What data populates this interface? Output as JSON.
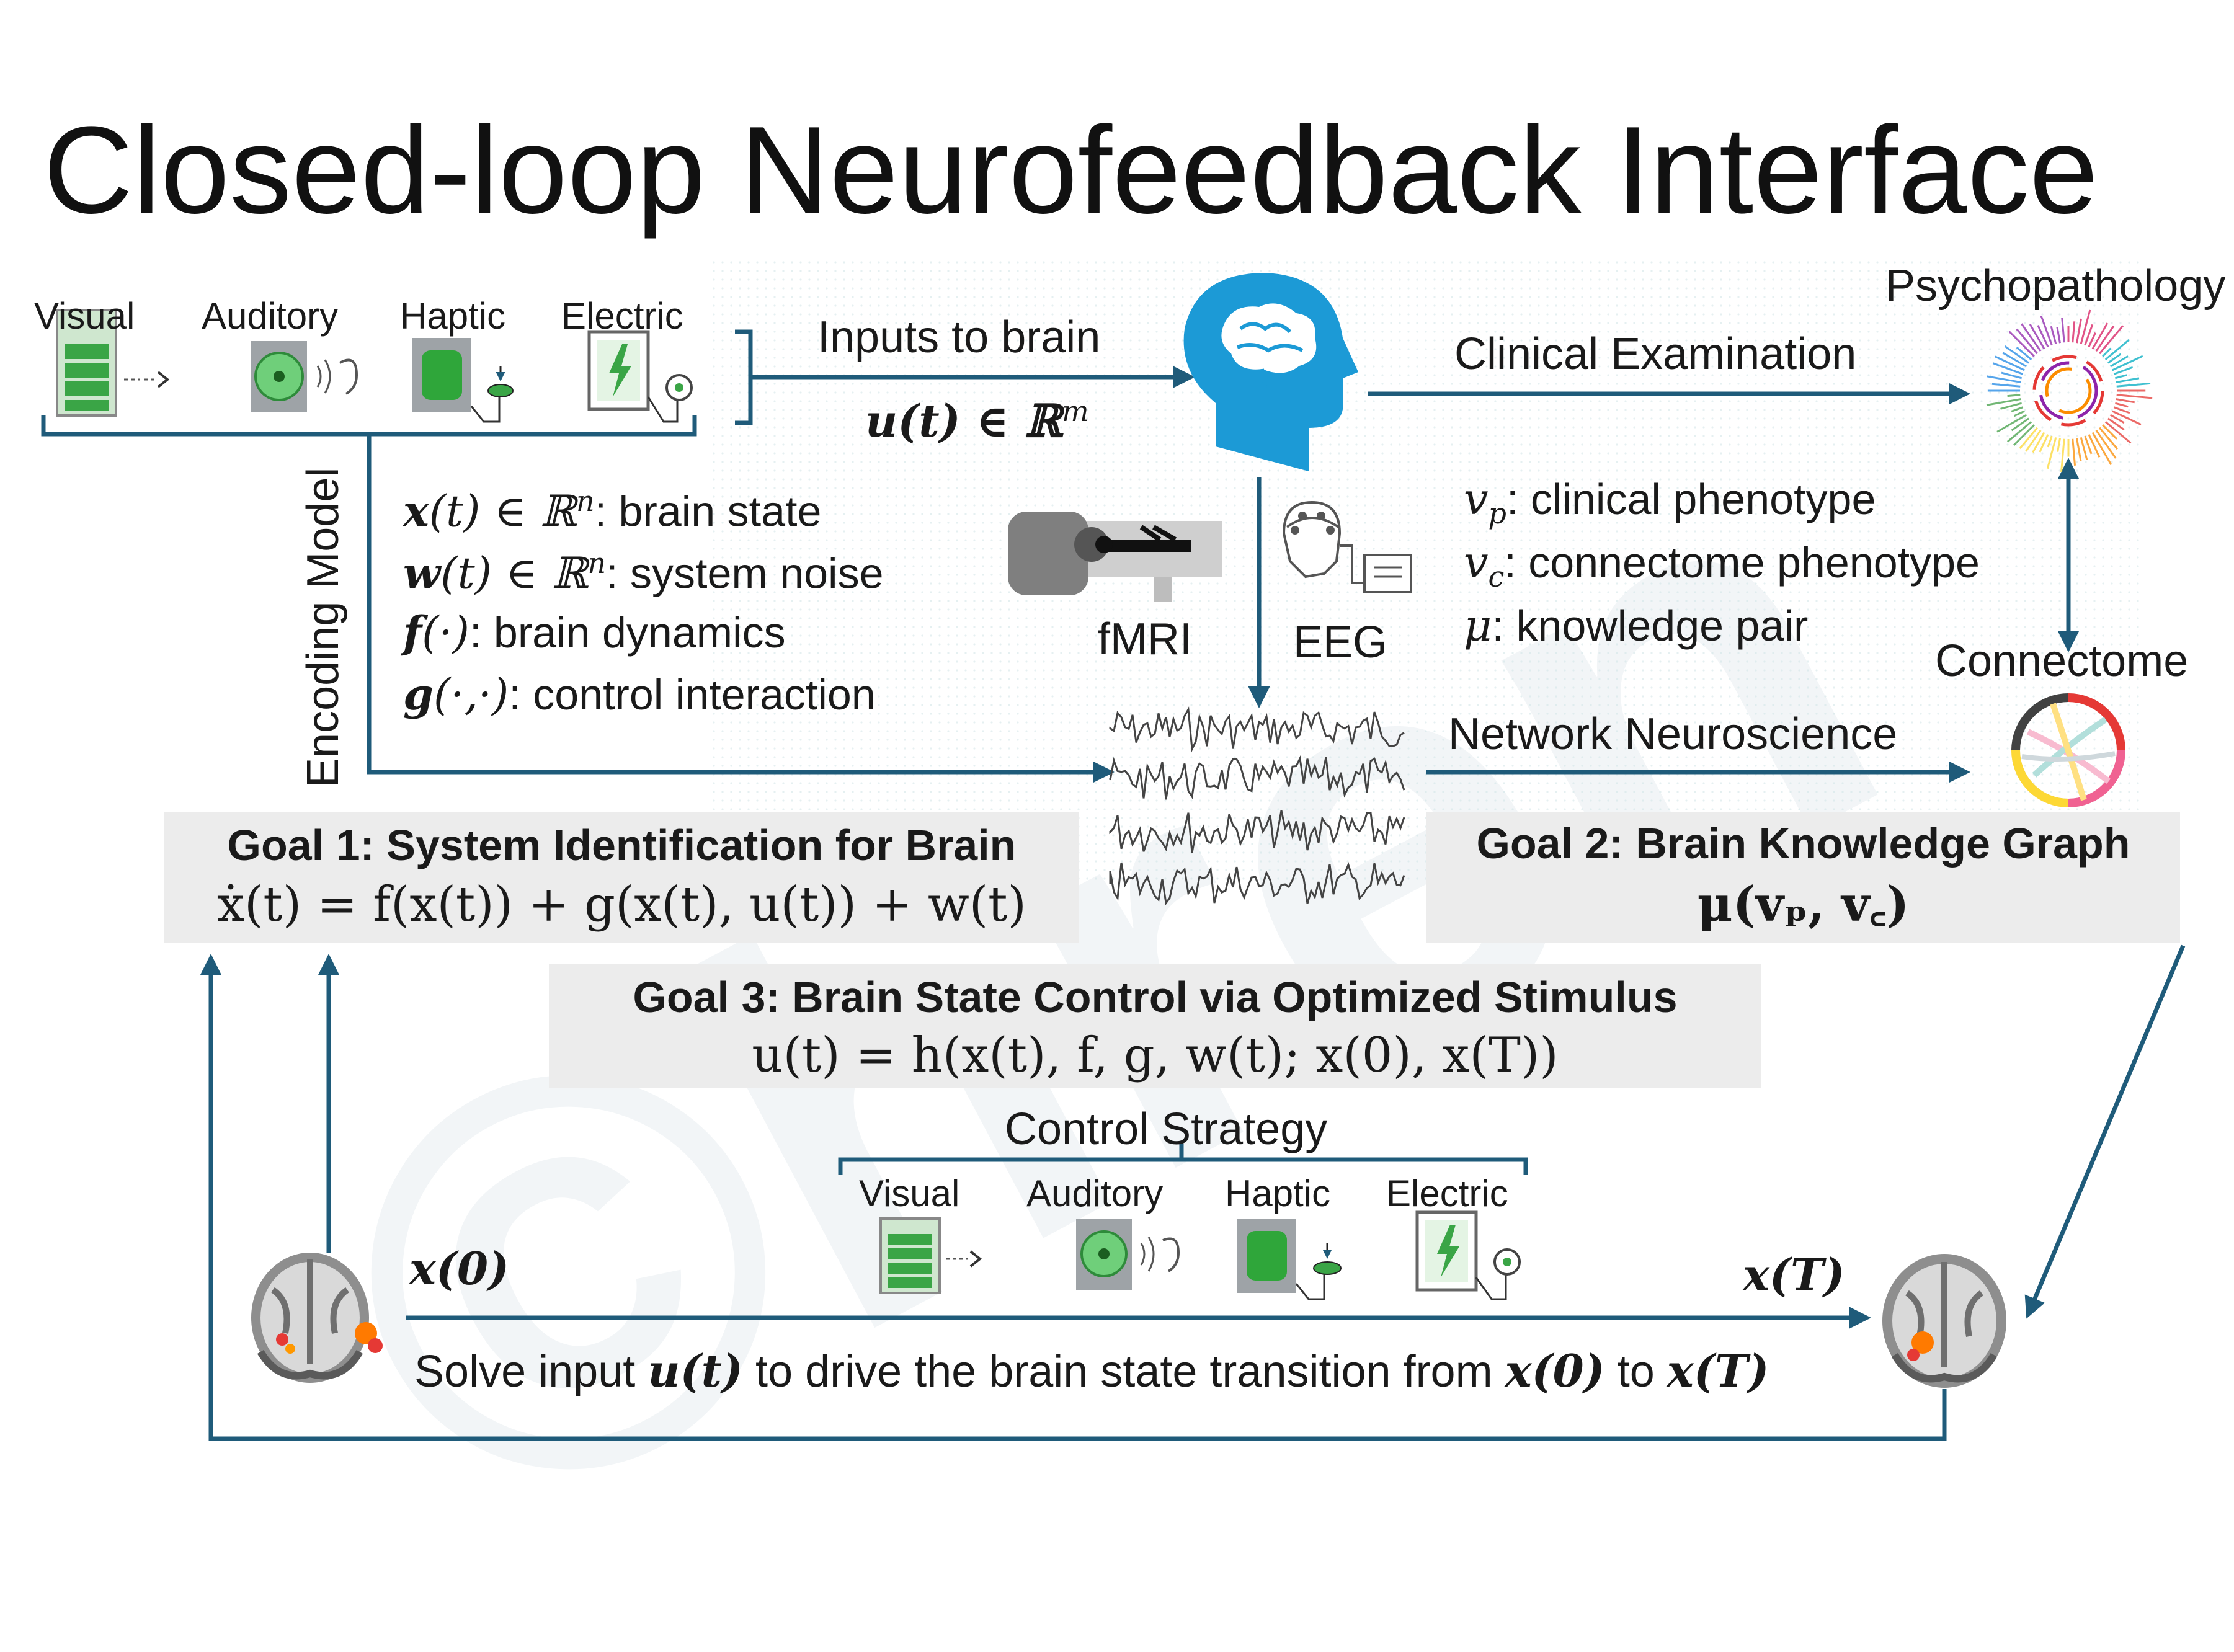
{
  "title": "Closed-loop Neurofeedback Interface",
  "watermark": "©hren",
  "colors": {
    "arrow": "#1f5b7a",
    "goal_box": "#ececec",
    "brain_blue": "#1c9ad6",
    "stim_green": "#3aa546"
  },
  "stimulus_modalities": {
    "top": [
      "Visual",
      "Auditory",
      "Haptic",
      "Electric"
    ],
    "control_strategy": [
      "Visual",
      "Auditory",
      "Haptic",
      "Electric"
    ]
  },
  "labels": {
    "inputs_to_brain": "Inputs to brain",
    "input_space": "u(t) ∈ ℝ",
    "input_space_sup": "m",
    "clinical_examination": "Clinical Examination",
    "psychopathology": "Psychopathology",
    "connectome": "Connectome",
    "network_neuroscience": "Network Neuroscience",
    "encoding_model": "Encoding Model",
    "fmri": "fMRI",
    "eeg": "EEG",
    "control_strategy": "Control Strategy",
    "x0": "x(0)",
    "xT": "x(T)",
    "solve_text_1": "Solve input ",
    "solve_u": "u(t)",
    "solve_text_2": " to drive the brain state transition from ",
    "solve_x0": "x(0)",
    "solve_text_3": " to ",
    "solve_xT": "x(T)"
  },
  "variables_left": [
    {
      "sym": "x",
      "args": "(t) ∈ ℝ",
      "sup": "n",
      "desc": ": brain state"
    },
    {
      "sym": "w",
      "args": "(t) ∈ ℝ",
      "sup": "n",
      "desc": ": system noise"
    },
    {
      "sym": "f",
      "args": "(·)",
      "sup": "",
      "desc": ": brain dynamics"
    },
    {
      "sym": "g",
      "args": "(·,·)",
      "sup": "",
      "desc": ": control interaction"
    }
  ],
  "variables_right": [
    {
      "sym": "v",
      "sub": "p",
      "desc": ": clinical phenotype"
    },
    {
      "sym": "v",
      "sub": "c",
      "desc": ": connectome phenotype"
    },
    {
      "sym": "μ",
      "sub": "",
      "desc": ": knowledge pair"
    }
  ],
  "goals": {
    "goal1": {
      "title": "Goal 1: System Identification for Brain",
      "equation": "ẋ(t) = f(x(t)) + g(x(t), u(t)) + w(t)"
    },
    "goal2": {
      "title": "Goal 2: Brain Knowledge Graph",
      "equation": "μ(vₚ, v꜀)"
    },
    "goal3": {
      "title": "Goal 3: Brain State Control via Optimized Stimulus",
      "equation": "u(t) = h(x(t), f, g, w(t); x(0), x(T))"
    }
  }
}
